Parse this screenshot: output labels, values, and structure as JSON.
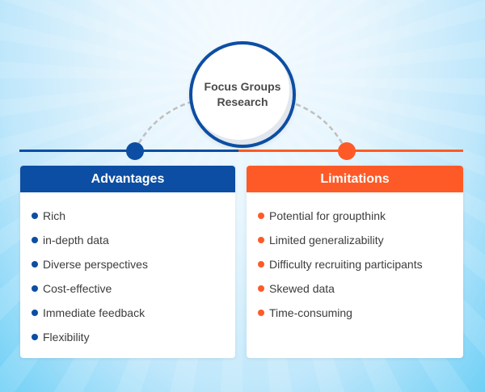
{
  "center": {
    "title": "Focus Groups Research"
  },
  "colors": {
    "advantages": "#0c4ea3",
    "limitations": "#fe5a28",
    "connector": "#bfbfbf"
  },
  "advantages": {
    "title": "Advantages",
    "items": [
      "Rich",
      "in-depth data",
      "Diverse perspectives",
      "Cost-effective",
      "Immediate feedback",
      "Flexibility"
    ]
  },
  "limitations": {
    "title": "Limitations",
    "items": [
      "Potential for groupthink",
      "Limited generalizability",
      "Difficulty recruiting participants",
      "Skewed data",
      "Time-consuming"
    ]
  }
}
